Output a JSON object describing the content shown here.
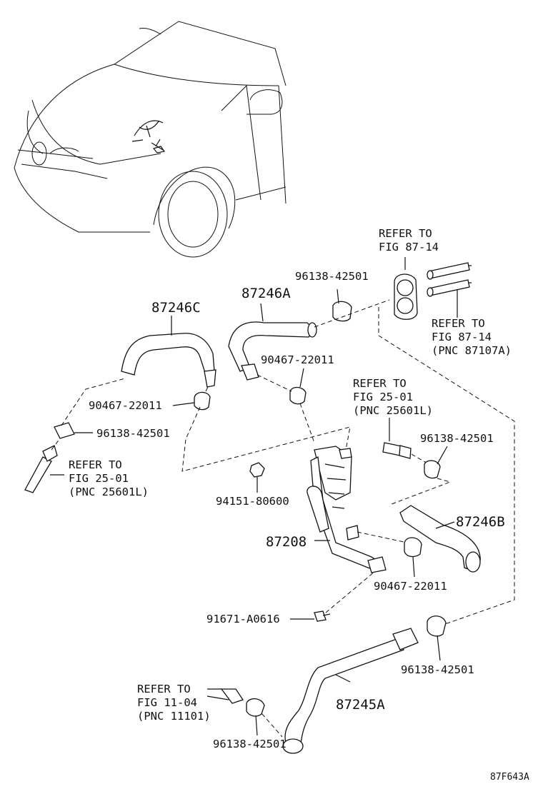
{
  "labels": {
    "hose_87246c": "87246C",
    "hose_87246a": "87246A",
    "hose_87246b": "87246B",
    "pipe_87208": "87208",
    "hose_87245a": "87245A",
    "clip_96138_a": "96138-42501",
    "clip_96138_b": "96138-42501",
    "clip_96138_c": "96138-42501",
    "clip_96138_d": "96138-42501",
    "clip_96138_e": "96138-42501",
    "clamp_90467_a": "90467-22011",
    "clamp_90467_b": "90467-22011",
    "clamp_90467_c": "90467-22011",
    "nut_94151": "94151-80600",
    "bolt_91671": "91671-A0616"
  },
  "refs": {
    "fig_87_14_top": [
      "REFER TO",
      "FIG 87-14"
    ],
    "fig_87_14_right": [
      "REFER TO",
      "FIG 87-14",
      "(PNC 87107A)"
    ],
    "fig_25_01_left": [
      "REFER TO",
      "FIG 25-01",
      "(PNC 25601L)"
    ],
    "fig_25_01_center": [
      "REFER TO",
      "FIG 25-01",
      "(PNC 25601L)"
    ],
    "fig_11_04": [
      "REFER TO",
      "FIG 11-04",
      "(PNC 11101)"
    ]
  },
  "figure_code": "87F643A"
}
